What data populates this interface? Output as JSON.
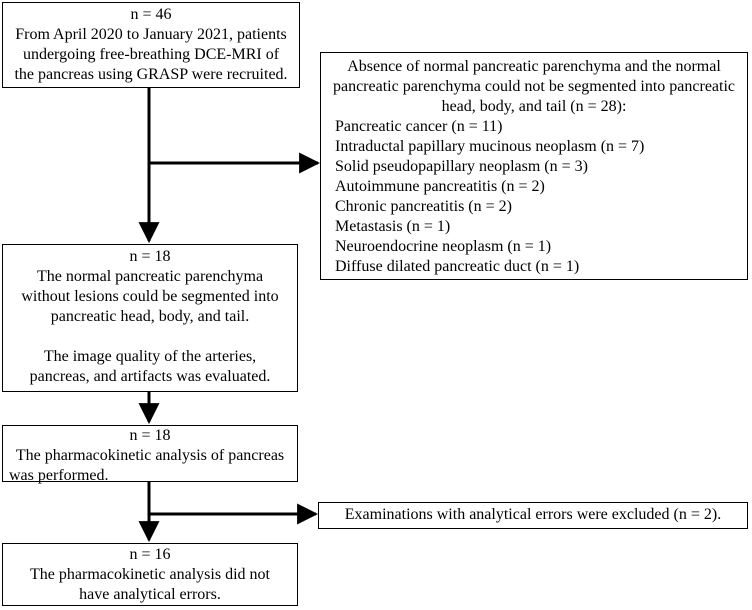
{
  "boxes": {
    "b1": [
      "n = 46",
      "From April 2020 to January 2021, patients",
      "undergoing free-breathing DCE-MRI of",
      "the pancreas using GRASP were recruited."
    ],
    "exclude1_header": [
      "Absence of normal pancreatic parenchyma and the normal",
      "pancreatic parenchyma could not be segmented into pancreatic",
      "head, body, and tail (n = 28):"
    ],
    "exclude1_items": [
      "Pancreatic cancer (n = 11)",
      "Intraductal papillary mucinous neoplasm (n = 7)",
      "Solid pseudopapillary neoplasm (n = 3)",
      "Autoimmune pancreatitis (n = 2)",
      "Chronic pancreatitis (n = 2)",
      "Metastasis (n = 1)",
      "Neuroendocrine neoplasm (n = 1)",
      "Diffuse dilated pancreatic duct (n = 1)"
    ],
    "b2": [
      "n = 18",
      "The normal pancreatic parenchyma",
      "without lesions could  be segmented into",
      "pancreatic head, body, and tail.",
      "",
      "The image quality of the arteries,",
      "pancreas, and artifacts was evaluated."
    ],
    "b3": [
      "n = 18",
      "The pharmacokinetic analysis of pancreas",
      "was performed."
    ],
    "exclude2": "Examinations with analytical errors were excluded (n = 2).",
    "b4": [
      "n = 16",
      "The pharmacokinetic analysis did not",
      "have analytical errors."
    ]
  }
}
